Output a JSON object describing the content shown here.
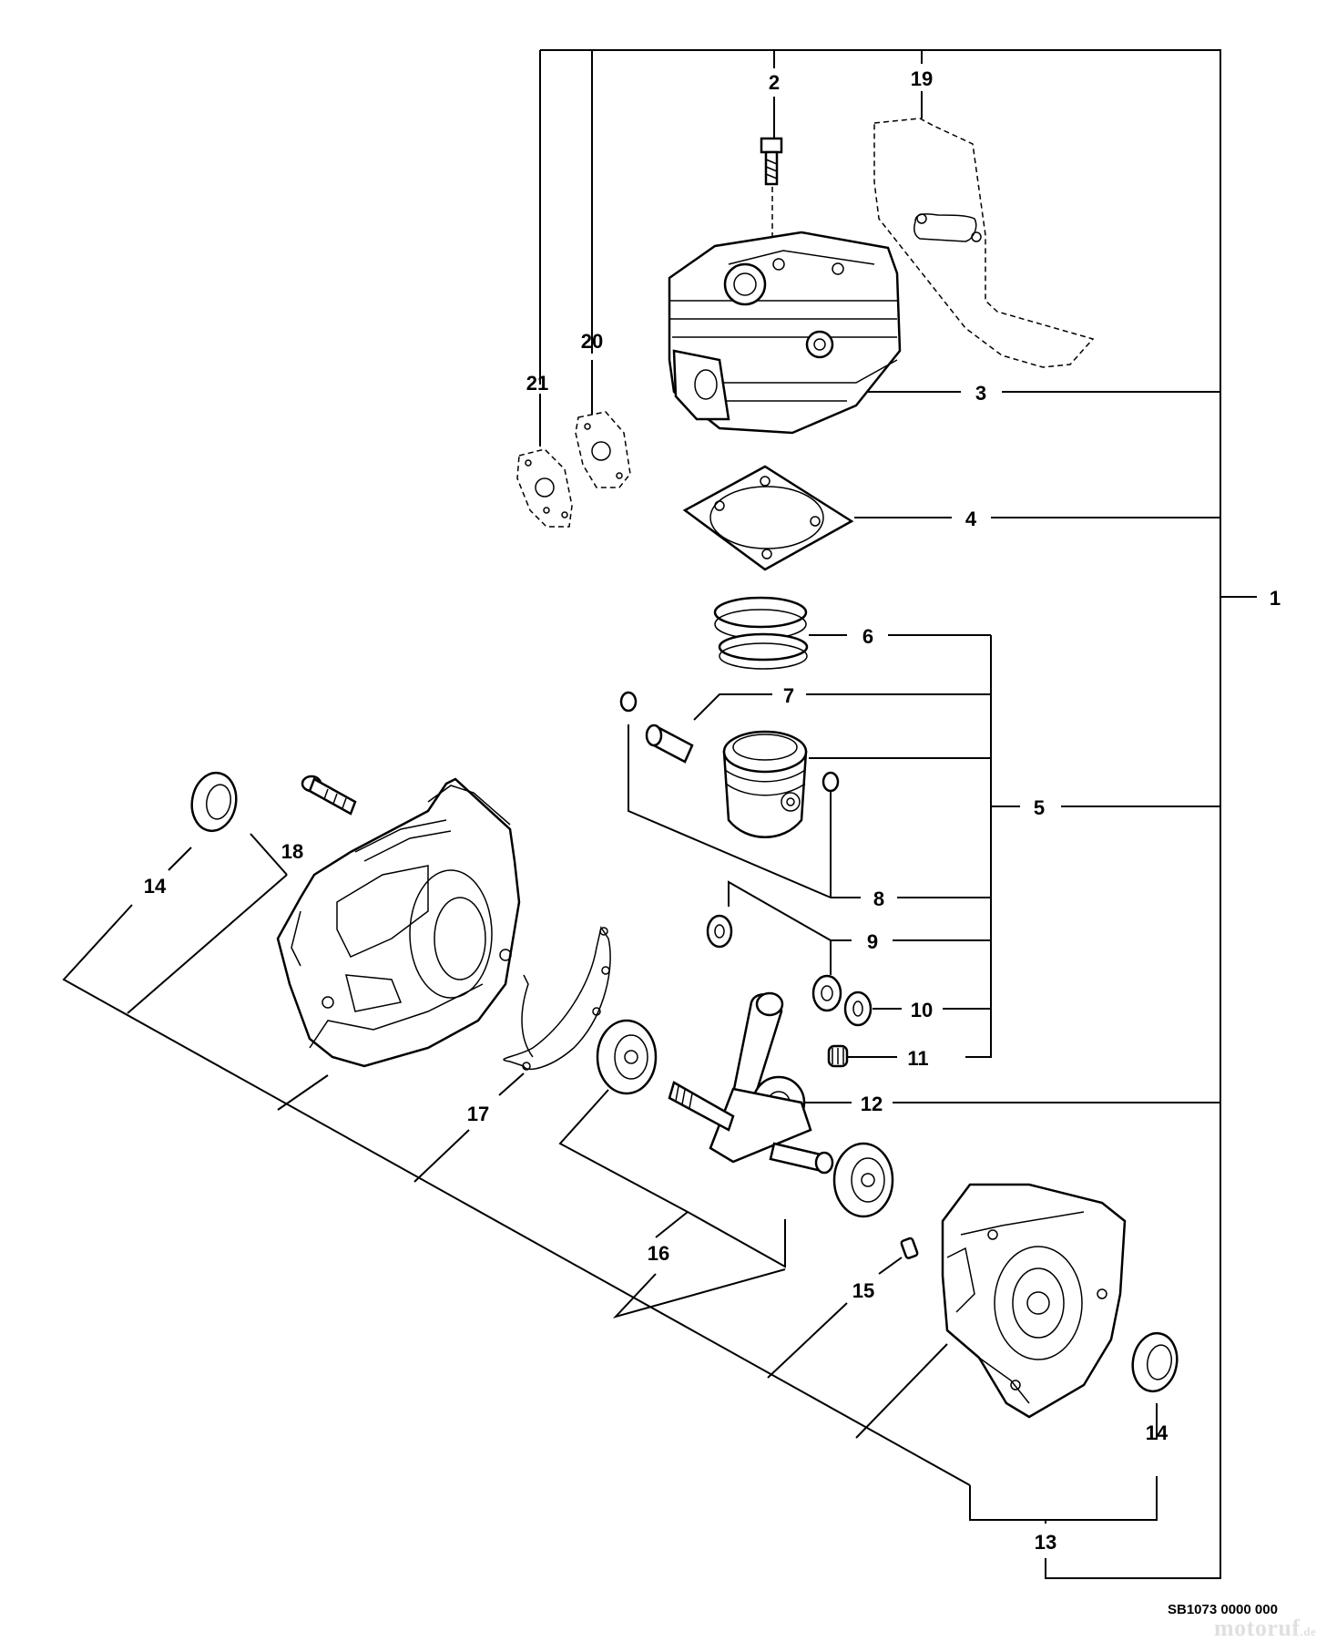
{
  "diagram": {
    "callouts": [
      "1",
      "2",
      "3",
      "4",
      "5",
      "6",
      "7",
      "8",
      "9",
      "10",
      "11",
      "12",
      "13",
      "14",
      "15",
      "16",
      "17",
      "18",
      "19",
      "20",
      "21",
      "14"
    ],
    "drawing_code": "SB1073 0000 000",
    "watermark": {
      "name": "motoruf",
      "suffix": ".de",
      "color": "#e0e0e0"
    }
  }
}
